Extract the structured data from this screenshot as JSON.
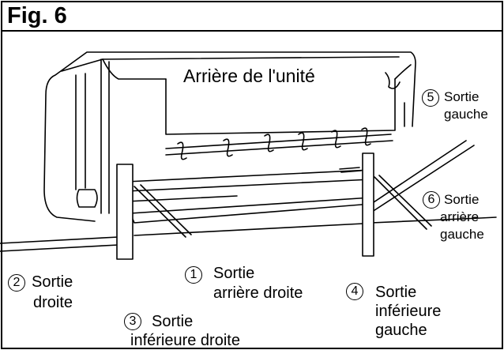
{
  "figure": {
    "title": "Fig. 6",
    "unit_label": "Arrière de l'unité"
  },
  "outlets": [
    {
      "number": "1",
      "line1": "Sortie",
      "line2": "arrière droite"
    },
    {
      "number": "2",
      "line1": "Sortie",
      "line2": "droite"
    },
    {
      "number": "3",
      "line1": "Sortie",
      "line2": "inférieure droite"
    },
    {
      "number": "4",
      "line1": "Sortie",
      "line2": "inférieure",
      "line3": "gauche"
    },
    {
      "number": "5",
      "line1": "Sortie",
      "line2": "gauche"
    },
    {
      "number": "6",
      "line1": "Sortie",
      "line2": "arrière",
      "line3": "gauche"
    }
  ]
}
